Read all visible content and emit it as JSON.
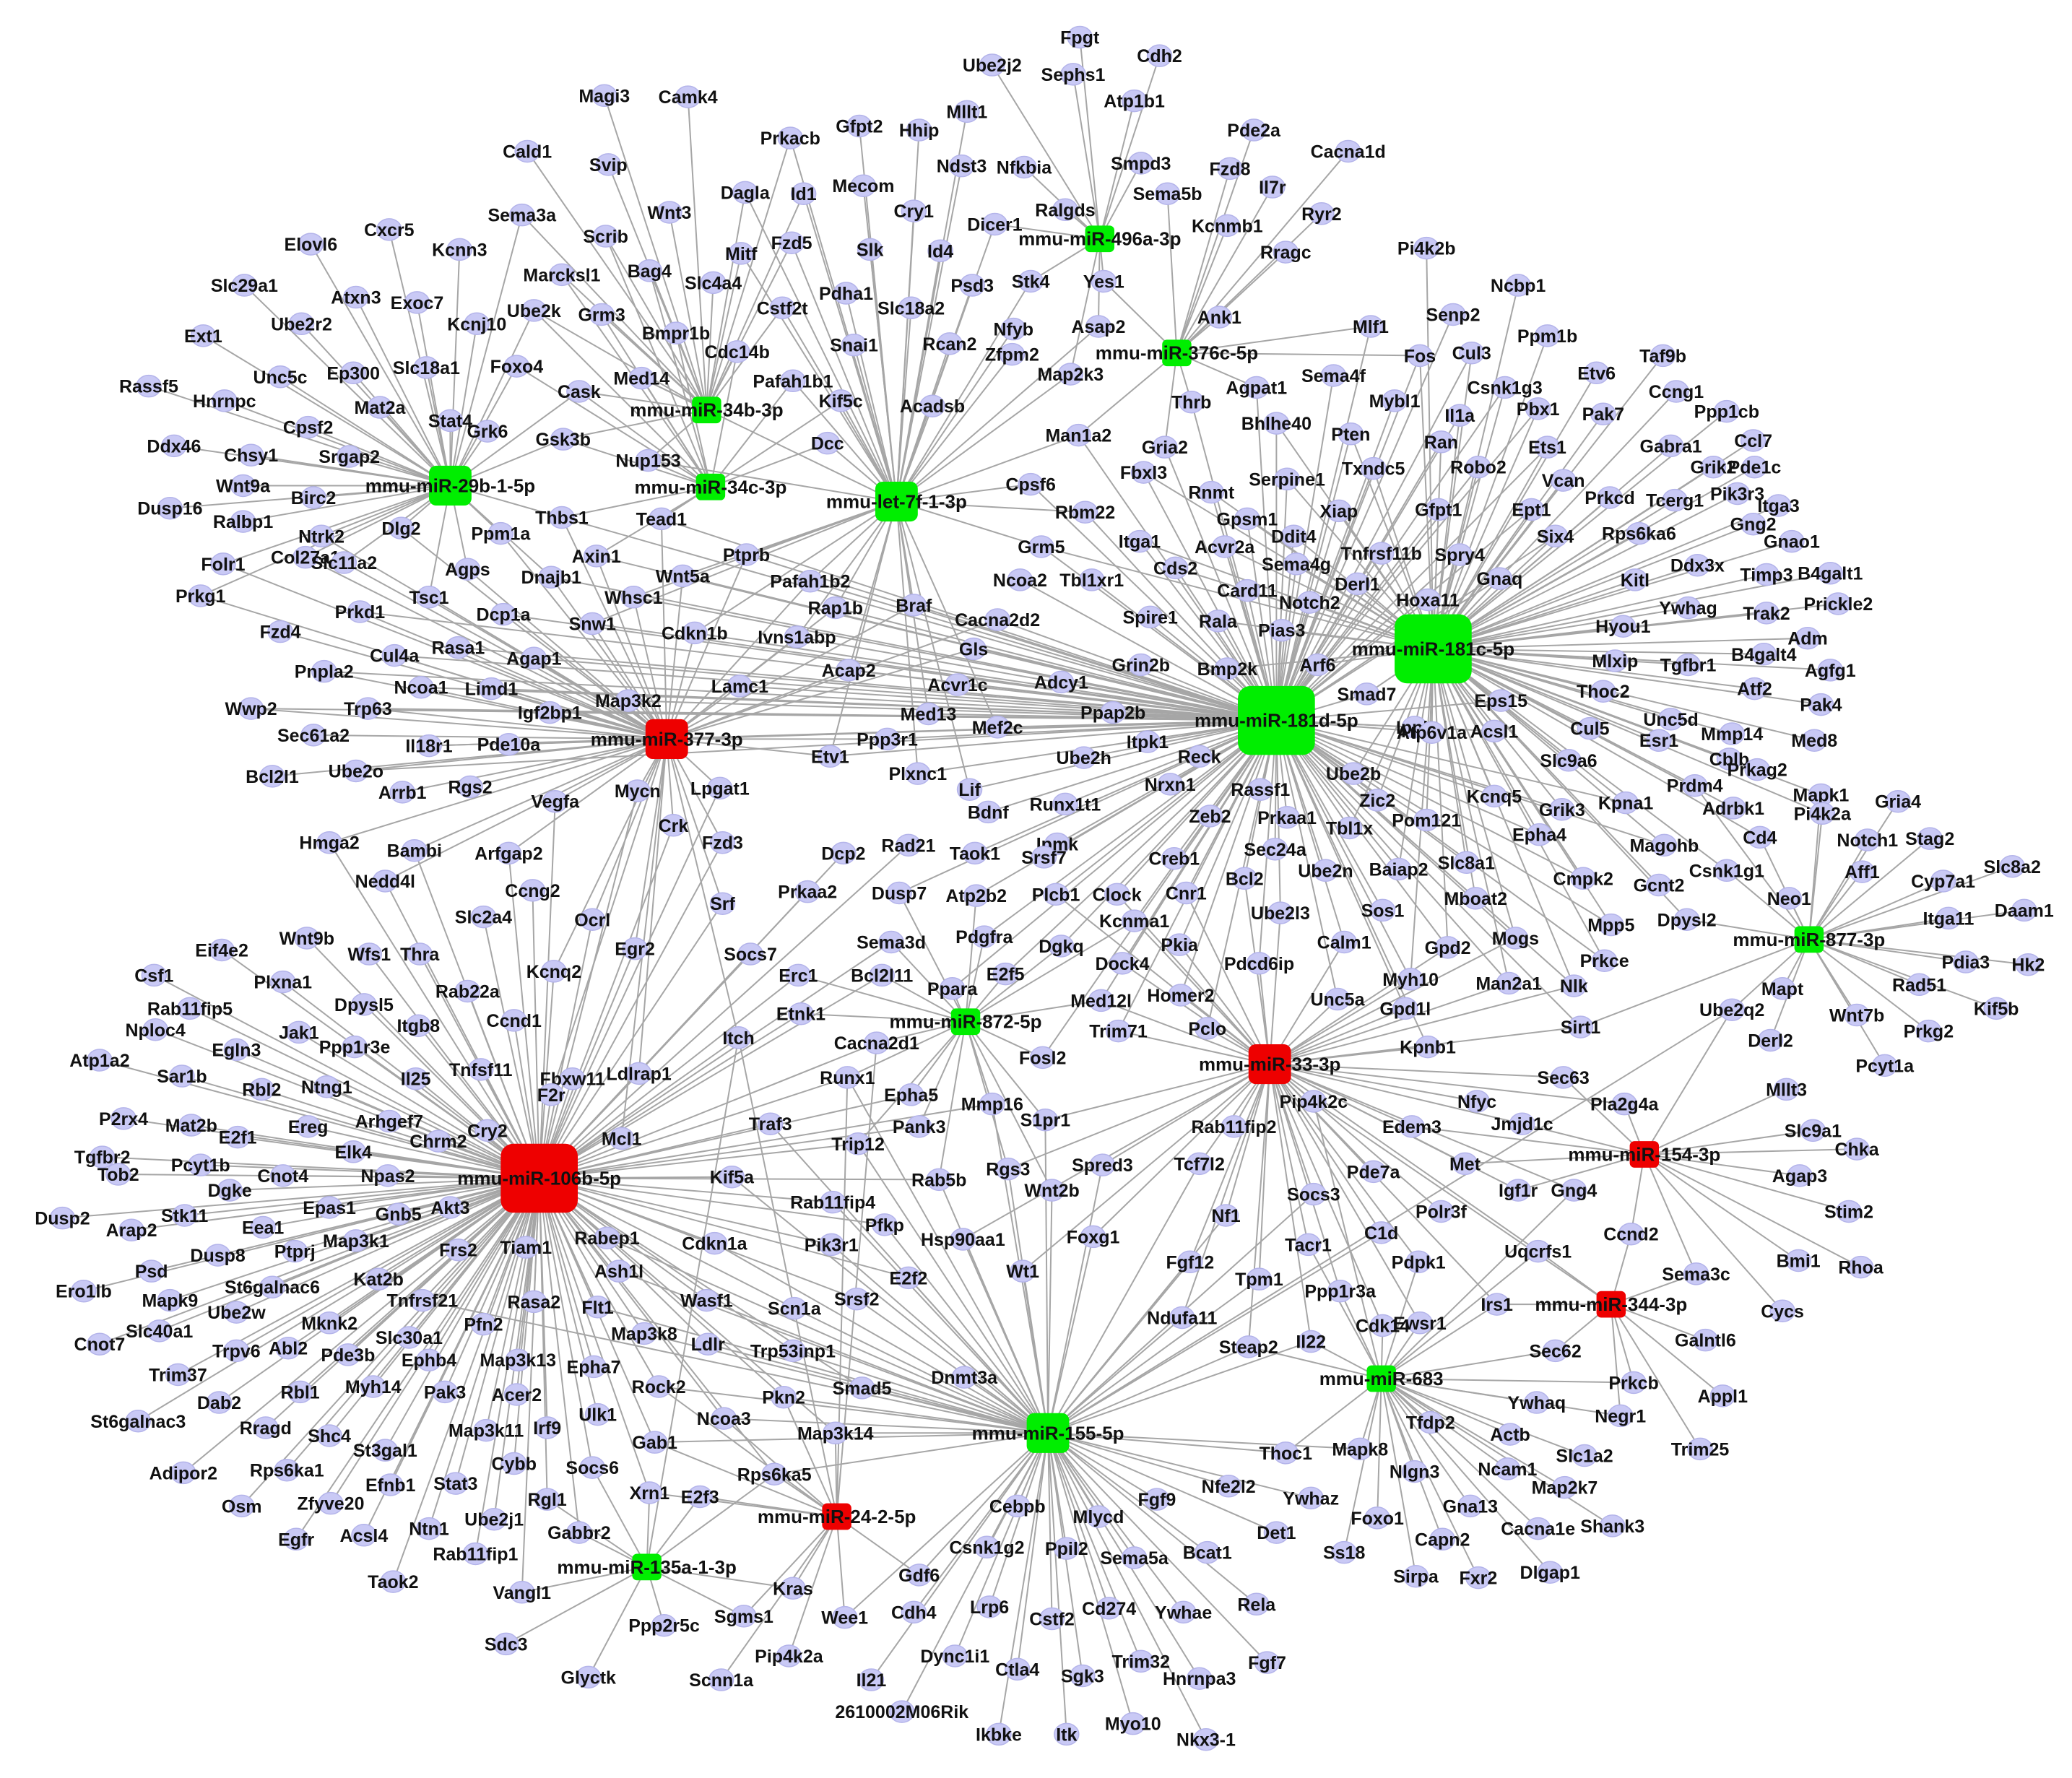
{
  "colors": {
    "edge": "#a6a6a6",
    "gene_node": "#c9c9f5",
    "mirna_upregulated": "#00ee00",
    "mirna_downregulated": "#ee0000"
  },
  "mirnas": [
    {
      "id": "mirna-106b",
      "label": "mmu-miR-106b-5p",
      "color": "red",
      "size": "xl"
    },
    {
      "id": "mirna-181d",
      "label": "mmu-miR-181d-5p",
      "color": "green",
      "size": "xl"
    },
    {
      "id": "mirna-181c",
      "label": "mmu-miR-181c-5p",
      "color": "green",
      "size": "xl"
    },
    {
      "id": "mirna-377",
      "label": "mmu-miR-377-3p",
      "color": "red",
      "size": "m"
    },
    {
      "id": "mirna-29b",
      "label": "mmu-miR-29b-1-5p",
      "color": "green",
      "size": "m"
    },
    {
      "id": "mirna-34b",
      "label": "mmu-miR-34b-3p",
      "color": "green",
      "size": "s"
    },
    {
      "id": "mirna-34c",
      "label": "mmu-miR-34c-3p",
      "color": "green",
      "size": "s"
    },
    {
      "id": "mirna-let7f",
      "label": "mmu-let-7f-1-3p",
      "color": "green",
      "size": "m"
    },
    {
      "id": "mirna-496a",
      "label": "mmu-miR-496a-3p",
      "color": "green",
      "size": "s"
    },
    {
      "id": "mirna-376c",
      "label": "mmu-miR-376c-5p",
      "color": "green",
      "size": "s"
    },
    {
      "id": "mirna-872",
      "label": "mmu-miR-872-5p",
      "color": "green",
      "size": "s"
    },
    {
      "id": "mirna-33",
      "label": "mmu-miR-33-3p",
      "color": "red",
      "size": "m"
    },
    {
      "id": "mirna-877",
      "label": "mmu-miR-877-3p",
      "color": "green",
      "size": "s"
    },
    {
      "id": "mirna-154",
      "label": "mmu-miR-154-3p",
      "color": "red",
      "size": "s"
    },
    {
      "id": "mirna-344",
      "label": "mmu-miR-344-3p",
      "color": "red",
      "size": "s"
    },
    {
      "id": "mirna-683",
      "label": "mmu-miR-683",
      "color": "green",
      "size": "s"
    },
    {
      "id": "mirna-155",
      "label": "mmu-miR-155-5p",
      "color": "green",
      "size": "m"
    },
    {
      "id": "mirna-24",
      "label": "mmu-miR-24-2-5p",
      "color": "red",
      "size": "s"
    },
    {
      "id": "mirna-135a",
      "label": "mmu-miR-135a-1-3p",
      "color": "green",
      "size": "s"
    }
  ],
  "genes": [
    "Fpgt",
    "Ube2j2",
    "Sephs1",
    "Cdh2",
    "Atp1b1",
    "Magi3",
    "Camk4",
    "Mllt1",
    "Gfpt2",
    "Hhip",
    "Pde2a",
    "Cacna1d",
    "Prkacb",
    "Ndst3",
    "Nfkbia",
    "Smpd3",
    "Fzd8",
    "Cald1",
    "Svip",
    "Mecom",
    "Il7r",
    "Dagla",
    "Id1",
    "Cry1",
    "Sema5b",
    "Ryr2",
    "Sema3a",
    "Wnt3",
    "Dicer1",
    "Ralgds",
    "Kcnmb1",
    "Elovl6",
    "Cxcr5",
    "Scrib",
    "Mitf",
    "Fzd5",
    "Slk",
    "Rragc",
    "Kcnn3",
    "Bag4",
    "Id4",
    "Pi4k2b",
    "Slc29a1",
    "Atxn3",
    "Exoc7",
    "Slc4a4",
    "Psd3",
    "Stk4",
    "Yes1",
    "Ube2r2",
    "Marcksl1",
    "Cstf2t",
    "Pdha1",
    "Slc18a2",
    "Ncbp1",
    "Ext1",
    "Ube2k",
    "Grm3",
    "Kcnj10",
    "Nfyb",
    "Asap2",
    "Ank1",
    "Unc5c",
    "Bmpr1b",
    "Snai1",
    "Mlf1",
    "Senp2",
    "Ppm1b",
    "Rassf5",
    "Ep300",
    "Slc18a1",
    "Cdc14b",
    "Rcan2",
    "Zfpm2",
    "Cul3",
    "Fos",
    "Taf9b",
    "Hnrnpc",
    "Foxo4",
    "Med14",
    "Pafah1b1",
    "Map2k3",
    "Sema4f",
    "Etv6",
    "Mat2a",
    "Cask",
    "Kif5c",
    "Agpat1",
    "Csnk1g3",
    "Ccng1",
    "Cpsf2",
    "Stat4",
    "Acadsb",
    "Mybl1",
    "Pbx1",
    "Pak7",
    "Ppp1cb",
    "Ddx46",
    "Grk6",
    "Gsk3b",
    "Dcc",
    "Man1a2",
    "Thrb",
    "Il1a",
    "Ccl7",
    "Chsy1",
    "Srgap2",
    "Nup153",
    "Gria2",
    "Bhlhe40",
    "Pten",
    "Ran",
    "Gabra1",
    "Dusp16",
    "Wnt9a",
    "Birc2",
    "Cpsf6",
    "Ets1",
    "Pde1c",
    "Ralbp1",
    "Thbs1",
    "Tead1",
    "Fbxl3",
    "Txndc5",
    "Grik2",
    "Vcan",
    "Ptprb",
    "Rbm22",
    "Rnmt",
    "Serpine1",
    "Robo2",
    "Pik3r3",
    "Ntrk2",
    "Dlg2",
    "Ppm1a",
    "Gpsm1",
    "Xiap",
    "Gfpt1",
    "Tcerg1",
    "Folr1",
    "Axin1",
    "Ept1",
    "Prkcd",
    "Itga3",
    "Col27a1",
    "Slc11a2",
    "Agps",
    "Dnajb1",
    "Wnt5a",
    "Pafah1b2",
    "Grm5",
    "Itga1",
    "Ddit4",
    "Gng2",
    "Prkg1",
    "Tsc1",
    "Tbl1xr1",
    "Acvr2a",
    "Tnfrsf11b",
    "Six4",
    "Rps6ka6",
    "Ncoa2",
    "Sema4g",
    "Spry4",
    "Gnao1",
    "Whsc1",
    "Rap1b",
    "Cds2",
    "Derl1",
    "Timp3",
    "Ddx3x",
    "Fzd4",
    "Prkd1",
    "Dcp1a",
    "Snw1",
    "Cdkn1b",
    "Braf",
    "Card11",
    "Gnaq",
    "B4galt1",
    "Cacna2d2",
    "Notch2",
    "Hoxa11",
    "Kitl",
    "Ywhag",
    "Prickle2",
    "Cul4a",
    "Rasa1",
    "Ivns1abp",
    "Spire1",
    "Rala",
    "Pias3",
    "Hyou1",
    "Trak2",
    "Pnpla2",
    "Agap1",
    "Gls",
    "Adm",
    "Ncoa1",
    "Limd1",
    "Igf2bp1",
    "Lamc1",
    "Acap2",
    "Grin2b",
    "Bmp2k",
    "Arf6",
    "Mlxip",
    "Tgfbr1",
    "B4galt4",
    "Agfg1",
    "Wwp2",
    "Trp63",
    "Map3k2",
    "Acvr1c",
    "Adcy1",
    "Smad7",
    "Thoc2",
    "Atf2",
    "Sec61a2",
    "Il18r1",
    "Pde10a",
    "Med13",
    "Mef2c",
    "Ppap2b",
    "Eps15",
    "Pak4",
    "Ube2o",
    "Ppp3r1",
    "Ippk",
    "Unc5d",
    "Bcl2l1",
    "Arrb1",
    "Rgs2",
    "Mycn",
    "Lpgat1",
    "Etv1",
    "Itpk1",
    "Reck",
    "Acsl1",
    "Mmp14",
    "Med8",
    "Plxnc1",
    "Ube2h",
    "Atp6v1a",
    "Cul5",
    "Cblb",
    "Hmga2",
    "Vegfa",
    "Crk",
    "Lif",
    "Runx1t1",
    "Nrxn1",
    "Rassf1",
    "Ube2b",
    "Slc9a6",
    "Esr1",
    "Prkag2",
    "Bambi",
    "Arfgap2",
    "Fzd3",
    "Bdnf",
    "Zeb2",
    "Prkaa1",
    "Zic2",
    "Kcnq5",
    "Grik3",
    "Kpna1",
    "Prdm4",
    "Mapk1",
    "Gria4",
    "Nedd4l",
    "Rad21",
    "Taok1",
    "Ipmk",
    "Tbl1x",
    "Pom121",
    "Adrbk1",
    "Pi4k2a",
    "Ccng2",
    "Dcp2",
    "Srsf7",
    "Creb1",
    "Sec24a",
    "Epha4",
    "Magohb",
    "Cd4",
    "Notch1",
    "Stag2",
    "Slc2a4",
    "Srf",
    "Prkaa2",
    "Plcb1",
    "Clock",
    "Cnr1",
    "Bcl2",
    "Ube2n",
    "Baiap2",
    "Slc8a1",
    "Cmpk2",
    "Gcnt2",
    "Csnk1g1",
    "Aff1",
    "Cyp7a1",
    "Slc8a2",
    "Wnt9b",
    "Ocrl",
    "Dusp7",
    "Atp2b2",
    "Kcnma1",
    "Dock4",
    "Ube2l3",
    "Sos1",
    "Mboat2",
    "Mpp5",
    "Dpysl2",
    "Neo1",
    "Daam1",
    "Eif4e2",
    "Wfs1",
    "Thra",
    "Kcnq2",
    "Egr2",
    "Socs7",
    "Sema3d",
    "Pdgfra",
    "Dgkq",
    "Pkia",
    "Calm1",
    "Gpd2",
    "Mogs",
    "Prkce",
    "Itga11",
    "Csf1",
    "Plxna1",
    "Rab22a",
    "Erc1",
    "Bcl2l11",
    "E2f5",
    "Pdcd6ip",
    "Myh10",
    "Man2a1",
    "Nlk",
    "Pdia3",
    "Hk2",
    "Rab11fip5",
    "Dpysl5",
    "Ccnd1",
    "Etnk1",
    "Ppara",
    "Med12l",
    "Homer2",
    "Unc5a",
    "Mapt",
    "Rad51",
    "Nploc4",
    "Jak1",
    "Ppp1r3e",
    "Itgb8",
    "Trim71",
    "Gpd1l",
    "Sirt1",
    "Ube2q2",
    "Kif5b",
    "Egln3",
    "Itch",
    "Cacna2d1",
    "Fosl2",
    "Pclo",
    "Kpnb1",
    "Wnt7b",
    "Atp1a2",
    "Sar1b",
    "Il25",
    "Tnfsf11",
    "Fbxw11",
    "Derl2",
    "Prkg2",
    "Rbl2",
    "Ntng1",
    "Ldlrap1",
    "Runx1",
    "Epha5",
    "Mmp16",
    "Sec63",
    "Pcyt1a",
    "Mat2b",
    "Arhgef7",
    "F2r",
    "Pla2g4a",
    "Mllt3",
    "P2rx4",
    "Cry2",
    "Traf3",
    "S1pr1",
    "Rab11fip2",
    "Nfyc",
    "Jmjd1c",
    "E2f1",
    "Ereg",
    "Chrm2",
    "Pank3",
    "Edem3",
    "Slc9a1",
    "Tgfbr2",
    "Pcyt1b",
    "Elk4",
    "Mcl1",
    "Trip12",
    "Tcf7l2",
    "Chka",
    "Tob2",
    "Cnot4",
    "Npas2",
    "Rgs3",
    "Spred3",
    "Pde7a",
    "Met",
    "Agap3",
    "Dgke",
    "Kif5a",
    "Rab5b",
    "Wnt2b",
    "Gng4",
    "Igf1r",
    "Dusp2",
    "Epas1",
    "Akt3",
    "Rab11fip4",
    "Socs3",
    "Polr3f",
    "Stim2",
    "Arap2",
    "Stk11",
    "Gnb5",
    "Pfkp",
    "Nf1",
    "C1d",
    "Ccnd2",
    "Eea1",
    "Tiam1",
    "Hsp90aa1",
    "Foxg1",
    "Tacr1",
    "Bmi1",
    "Rhoa",
    "Psd",
    "Dusp8",
    "Map3k1",
    "Frs2",
    "Rabep1",
    "Cdkn1a",
    "Pik3r1",
    "Fgf12",
    "Pdpk1",
    "Uqcrfs1",
    "Sema3c",
    "Ptprj",
    "Kat2b",
    "Ash1l",
    "E2f2",
    "Tpm1",
    "Ero1lb",
    "Mapk9",
    "St6galnac6",
    "Srsf2",
    "Ppp1r3a",
    "Irs1",
    "Cycs",
    "Ube2w",
    "Tnfrsf21",
    "Scn1a",
    "Wt1",
    "Ewsr1",
    "Slc40a1",
    "Mknk2",
    "Pfn2",
    "Rasa2",
    "Flt1",
    "Wasf1",
    "Ndufa11",
    "Cdk14",
    "Galntl6",
    "Cnot7",
    "Trpv6",
    "Abl2",
    "Slc30a1",
    "Ldlr",
    "Trp53inp1",
    "Steap2",
    "Il22",
    "Trim37",
    "Pde3b",
    "Ephb4",
    "Map3k13",
    "Map3k8",
    "Sec62",
    "Prkcb",
    "Myh14",
    "Epha7",
    "Rock2",
    "Dnmt3a",
    "Appl1",
    "Dab2",
    "Rbl1",
    "Acer2",
    "Pkn2",
    "Smad5",
    "Ywhaq",
    "St6galnac3",
    "Rragd",
    "Pak3",
    "Irf9",
    "Ulk1",
    "Tfdp2",
    "Negr1",
    "Shc4",
    "Map3k11",
    "Map3k14",
    "Ncoa3",
    "Actb",
    "Trim25",
    "Adipor2",
    "Rps6ka1",
    "St3gal1",
    "Gab1",
    "Thoc1",
    "Mapk8",
    "Slc1a2",
    "Osm",
    "Zfyve20",
    "Efnb1",
    "Cybb",
    "Socs6",
    "Rps6ka5",
    "Ncam1",
    "Map2k7",
    "Egfr",
    "Acsl4",
    "Stat3",
    "Rgl1",
    "Xrn1",
    "E2f3",
    "Nfe2l2",
    "Nlgn3",
    "Gna13",
    "Ntn1",
    "Ube2j1",
    "Cebpb",
    "Fgf9",
    "Ywhaz",
    "Foxo1",
    "Shank3",
    "Taok2",
    "Rab11fip1",
    "Gabbr2",
    "Mlycd",
    "Bcat1",
    "Capn2",
    "Cacna1e",
    "Vangl1",
    "Csnk1g2",
    "Ppil2",
    "Sema5a",
    "Det1",
    "Ss18",
    "Sirpa",
    "Fxr2",
    "Dlgap1",
    "Kras",
    "Gdf6",
    "Rela",
    "Sdc3",
    "Ppp2r5c",
    "Sgms1",
    "Wee1",
    "Cdh4",
    "Lrp6",
    "Cstf2",
    "Cd274",
    "Ywhae",
    "Glyctk",
    "Scnn1a",
    "Pip4k2a",
    "Dync1i1",
    "Ctla4",
    "Trim32",
    "Fgf7",
    "Il21",
    "Sgk3",
    "Hnrnpa3",
    "2610002M06Rik",
    "Ikbke",
    "Itk",
    "Myo10",
    "Nkx3-1",
    "Pip4k2c"
  ]
}
